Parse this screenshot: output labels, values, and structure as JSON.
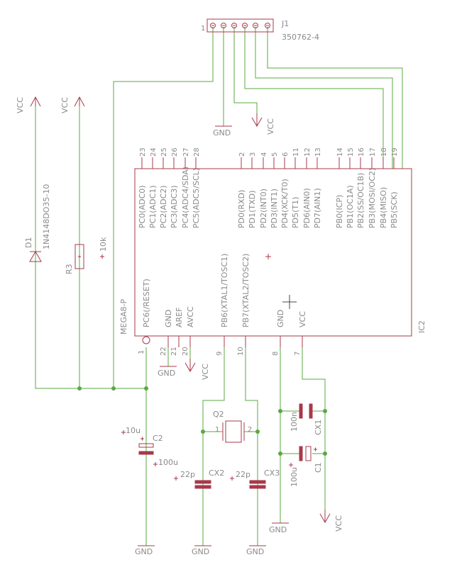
{
  "connector": {
    "ref": "J1",
    "part": "350762-4",
    "pin1": "1"
  },
  "ic": {
    "ref": "IC2",
    "value": "MEGA8-P",
    "top_pins": [
      {
        "num": "23",
        "name": "PC0(ADC0)"
      },
      {
        "num": "24",
        "name": "PC1(ADC1)"
      },
      {
        "num": "25",
        "name": "PC2(ADC2)"
      },
      {
        "num": "26",
        "name": "PC3(ADC3)"
      },
      {
        "num": "27",
        "name": "PC4(ADC4/SDA)"
      },
      {
        "num": "28",
        "name": "PC5(ADC5/SCL)"
      },
      {
        "num": "2",
        "name": "PD0(RXD)"
      },
      {
        "num": "3",
        "name": "PD1(TXD)"
      },
      {
        "num": "4",
        "name": "PD2(INT0)"
      },
      {
        "num": "5",
        "name": "PD3(INT1)"
      },
      {
        "num": "6",
        "name": "PD4(XCK/T0)"
      },
      {
        "num": "11",
        "name": "PD5(T1)"
      },
      {
        "num": "12",
        "name": "PD6(AIN0)"
      },
      {
        "num": "13",
        "name": "PD7(AIN1)"
      },
      {
        "num": "14",
        "name": "PB0(ICP)"
      },
      {
        "num": "15",
        "name": "PB1(OC1A)"
      },
      {
        "num": "16",
        "name": "PB2(SS/OC1B)"
      },
      {
        "num": "17",
        "name": "PB3(MOSI/OC2)"
      },
      {
        "num": "18",
        "name": "PB4(MISO)"
      },
      {
        "num": "19",
        "name": "PB5(SCK)"
      }
    ],
    "bottom_pins": [
      {
        "num": "1",
        "name": "PC6(/RESET)"
      },
      {
        "num": "22",
        "name": "GND"
      },
      {
        "num": "21",
        "name": "AREF"
      },
      {
        "num": "20",
        "name": "AVCC"
      },
      {
        "num": "9",
        "name": "PB6(XTAL1/TOSC1)"
      },
      {
        "num": "10",
        "name": "PB7(XTAL2/TOSC2)"
      },
      {
        "num": "8",
        "name": "GND"
      },
      {
        "num": "7",
        "name": "VCC"
      }
    ]
  },
  "parts": {
    "d1_ref": "D1",
    "d1_value": "1N4148DO35-10",
    "r3_ref": "R3",
    "r3_value": "10k",
    "c2_ref": "C2",
    "c2_value_a": "10u",
    "c2_value_b": "100u",
    "q2_ref": "Q2",
    "q2_pin1": "1",
    "q2_pin2": "2",
    "cx2_ref": "CX2",
    "cx2_value": "22p",
    "cx3_ref": "CX3",
    "cx3_value": "22p",
    "cx1_ref": "CX1",
    "cx1_value": "100n",
    "c1_ref": "C1",
    "c1_value": "100u"
  },
  "supplies": {
    "vcc": "VCC",
    "gnd": "GND"
  }
}
